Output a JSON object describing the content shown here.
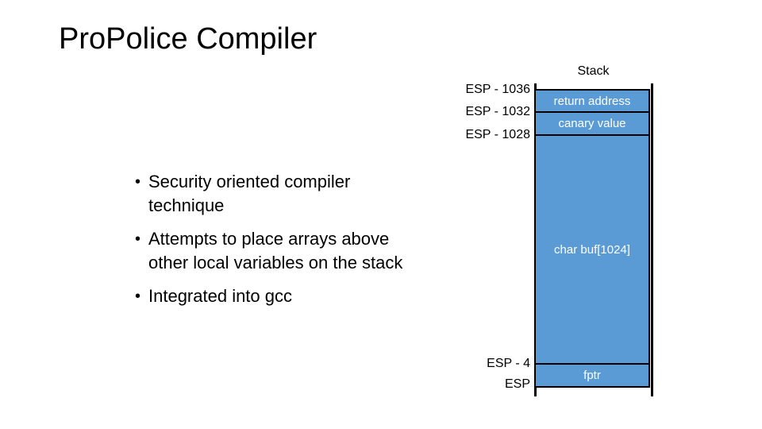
{
  "slide": {
    "title": "ProPolice Compiler",
    "bullet_char": "•",
    "bullets": [
      {
        "lines": [
          "Security oriented compiler",
          "technique"
        ]
      },
      {
        "lines": [
          "Attempts to place arrays above",
          "other local variables on the stack"
        ]
      },
      {
        "lines": [
          "Integrated into gcc"
        ]
      }
    ]
  },
  "diagram": {
    "title": "Stack",
    "cells": [
      {
        "label": "return address"
      },
      {
        "label": "canary value"
      },
      {
        "label": "char buf[1024]"
      },
      {
        "label": "fptr"
      }
    ],
    "esp_labels": [
      {
        "text": "ESP - 1036"
      },
      {
        "text": "ESP - 1032"
      },
      {
        "text": "ESP - 1028"
      },
      {
        "text": "ESP - 4"
      },
      {
        "text": "ESP"
      }
    ],
    "colors": {
      "cell_fill": "#5B9BD5",
      "cell_border": "#000000",
      "cell_text": "#ffffff",
      "label_text": "#000000"
    }
  }
}
